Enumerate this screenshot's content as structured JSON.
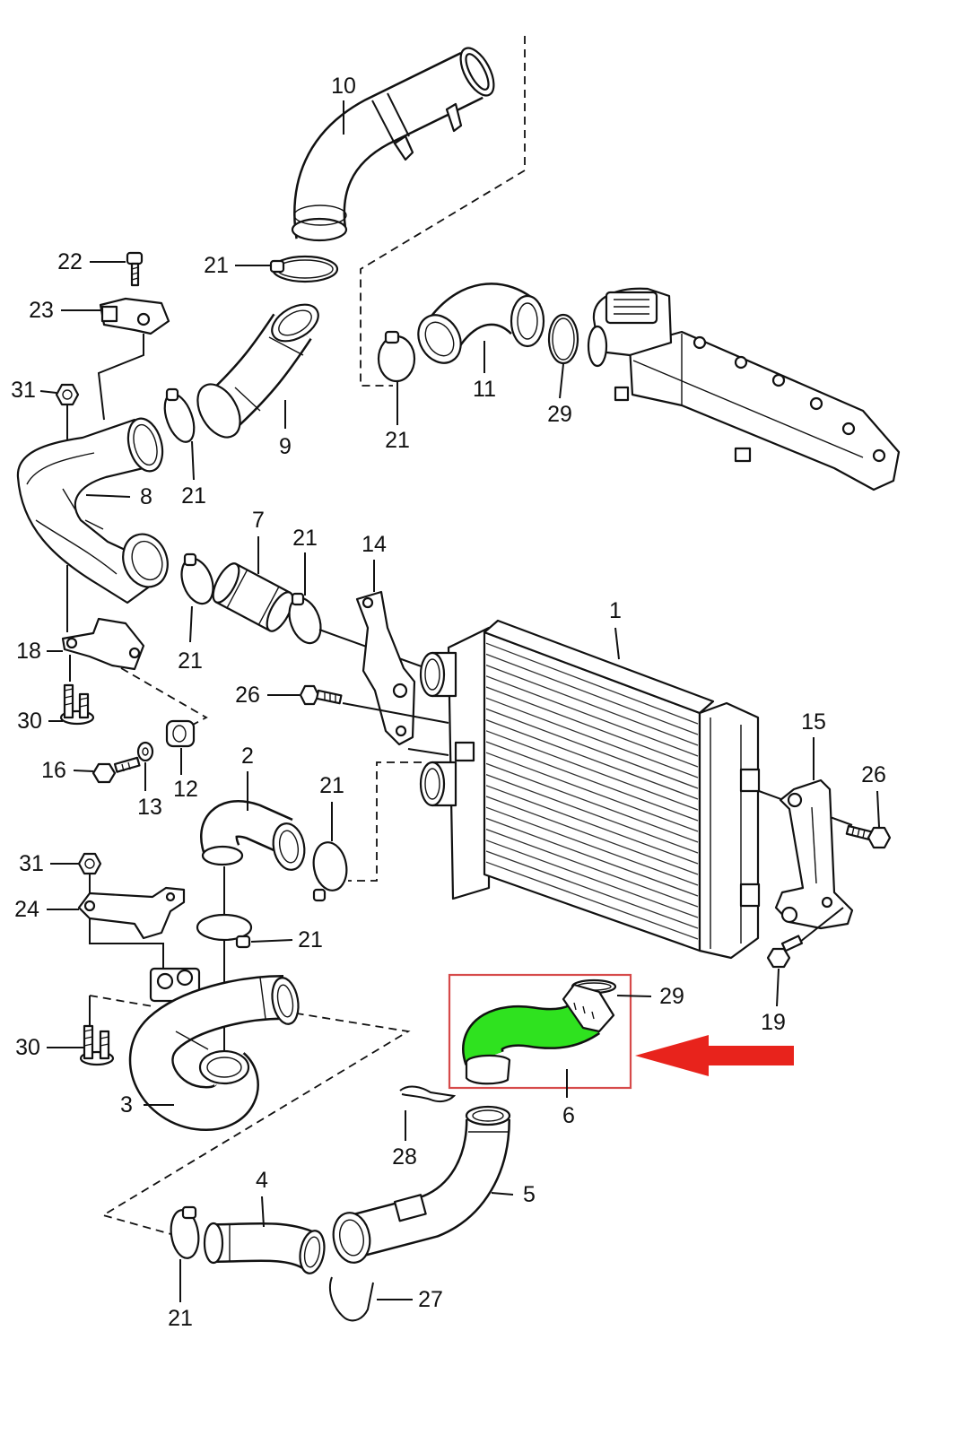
{
  "callouts": [
    "10",
    "22",
    "21",
    "23",
    "31",
    "21",
    "11",
    "29",
    "9",
    "8",
    "21",
    "7",
    "21",
    "14",
    "1",
    "18",
    "21",
    "26",
    "30",
    "15",
    "16",
    "12",
    "13",
    "2",
    "21",
    "26",
    "31",
    "24",
    "21",
    "29",
    "19",
    "30",
    "3",
    "6",
    "28",
    "5",
    "4",
    "27",
    "21"
  ],
  "highlight": {
    "hose_color": "#2fe21f",
    "frame_color": "#d64a4a",
    "arrow_color": "#e8231c"
  }
}
